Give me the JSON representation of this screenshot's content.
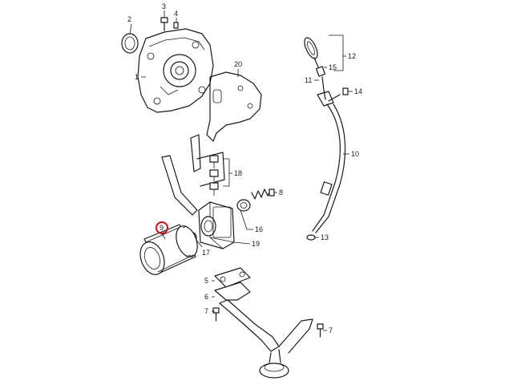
{
  "callouts": {
    "c1": "1",
    "c2": "2",
    "c3": "3",
    "c4": "4",
    "c5": "5",
    "c6": "6",
    "c7a": "7",
    "c7b": "7",
    "c8": "8",
    "c9": "9",
    "c10": "10",
    "c11": "11",
    "c12": "12",
    "c13": "13",
    "c14": "14",
    "c15": "15",
    "c16": "16",
    "c17": "17",
    "c18": "18",
    "c19": "19",
    "c20": "20"
  },
  "highlight": {
    "callout": "9",
    "ring_color": "#cc1f1f"
  },
  "colors": {
    "line": "#1a1a1a",
    "background": "#ffffff"
  }
}
